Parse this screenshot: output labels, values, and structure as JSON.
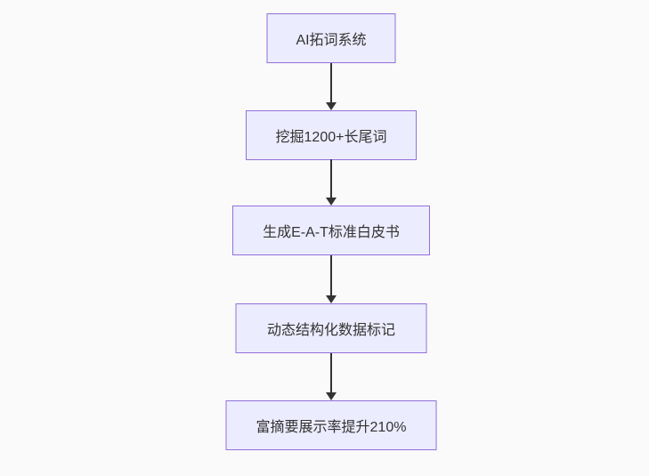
{
  "canvas": {
    "background_color": "#fafafa"
  },
  "flowchart": {
    "type": "flowchart",
    "direction": "top-down",
    "style": {
      "node_fill": "#ECECFF",
      "node_border": "#9370DB",
      "text_color": "#333333",
      "arrow_color": "#333333"
    },
    "nodes": [
      {
        "id": "step-1",
        "label": "AI拓词系统"
      },
      {
        "id": "step-2",
        "label": "挖掘1200+长尾词"
      },
      {
        "id": "step-3",
        "label": "生成E-A-T标准白皮书"
      },
      {
        "id": "step-4",
        "label": "动态结构化数据标记"
      },
      {
        "id": "step-5",
        "label": "富摘要展示率提升210%"
      }
    ],
    "edges": [
      {
        "from": "step-1",
        "to": "step-2"
      },
      {
        "from": "step-2",
        "to": "step-3"
      },
      {
        "from": "step-3",
        "to": "step-4"
      },
      {
        "from": "step-4",
        "to": "step-5"
      }
    ]
  }
}
